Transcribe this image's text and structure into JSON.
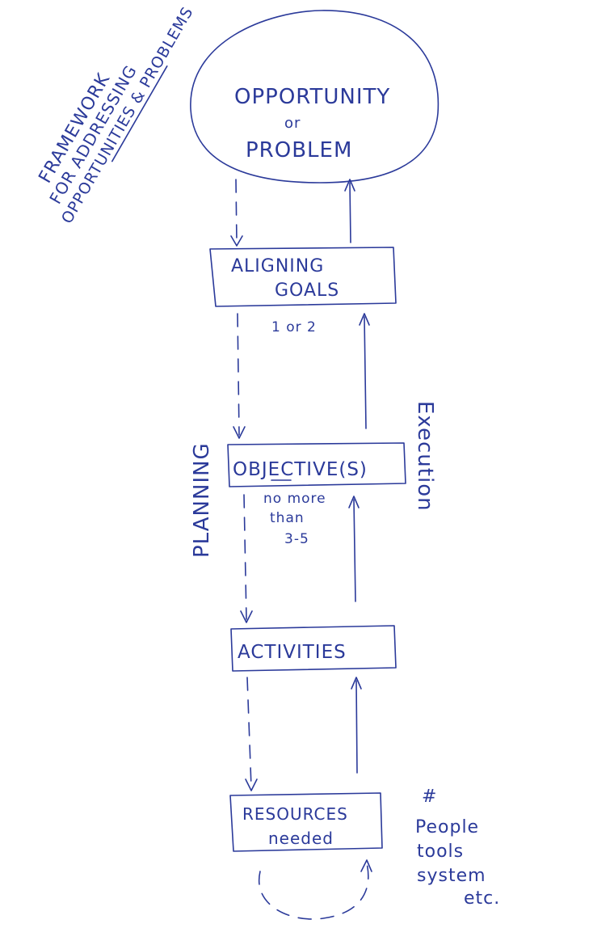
{
  "ink_color": "#2b3a9a",
  "side_note": {
    "line1": "FRAMEWORK",
    "line2": "FOR ADDRESSING",
    "line3": "OPPORTUNITIES & PROBLEMS"
  },
  "nodes": {
    "opportunity": {
      "line1": "OPPORTUNITY",
      "line2": "or",
      "line3": "PROBLEM"
    },
    "goals": {
      "line1": "ALIGNING",
      "line2": "GOALS",
      "note": "1 or 2"
    },
    "objectives": {
      "label": "OBJECTIVE(S)",
      "note_line1": "no more",
      "note_line2": "than",
      "note_line3": "3-5"
    },
    "activities": {
      "label": "ACTIVITIES"
    },
    "resources": {
      "line1": "RESOURCES",
      "line2": "needed"
    }
  },
  "side_labels": {
    "planning": "PLANNING",
    "execution": "Execution"
  },
  "resources_note": {
    "line1": "#",
    "line2": "People",
    "line3": "tools",
    "line4": "system",
    "line5": "etc."
  }
}
